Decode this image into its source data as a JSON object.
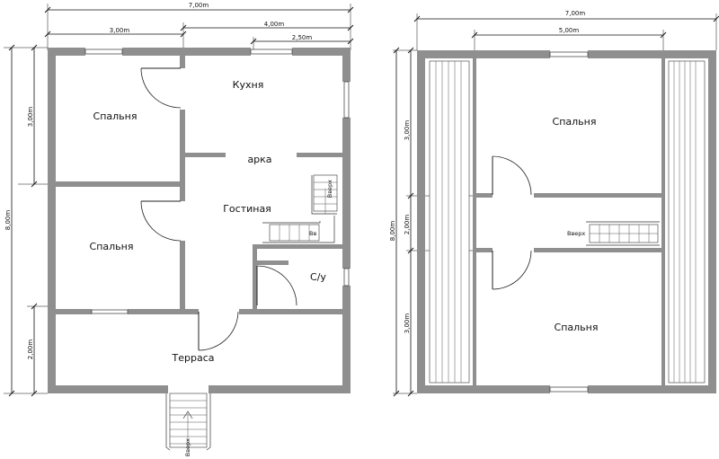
{
  "ground_floor": {
    "rooms": {
      "bedroom_top": "Спальня",
      "kitchen": "Кухня",
      "arch": "арка",
      "living": "Гостиная",
      "bedroom_bottom": "Спальня",
      "bathroom": "С/у",
      "terrace": "Терраса"
    },
    "dims": {
      "total_width": "7,00m",
      "left_width": "3,00m",
      "right_width": "4,00m",
      "right_small": "2,50m",
      "height_upper": "3,00m",
      "height_total": "8,00m",
      "height_terrace": "2,00m"
    },
    "stair_labels": {
      "inner_up": "Вверх",
      "inner_short": "Вв",
      "outer_up": "Вверх"
    }
  },
  "upper_floor": {
    "rooms": {
      "bedroom_top": "Спальня",
      "bedroom_bottom": "Спальня"
    },
    "dims": {
      "total_width": "7,00m",
      "inner_width": "5,00m",
      "height_top": "3,00m",
      "height_total": "8,00m",
      "height_mid": "2,00m",
      "height_bottom": "3,00m"
    },
    "stair_labels": {
      "up": "Вверх"
    }
  }
}
